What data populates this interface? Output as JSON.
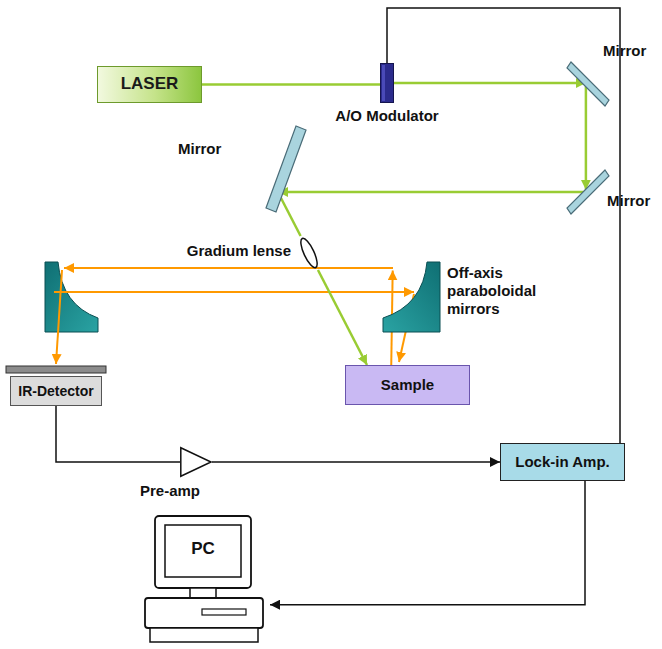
{
  "diagram": {
    "nodes": [
      {
        "text": [
          "LASER"
        ]
      },
      {
        "text": [
          "A/O Modulator"
        ]
      },
      {
        "text": [
          "Mirror"
        ]
      },
      {
        "text": [
          "Mirror"
        ]
      },
      {
        "text": [
          "Mirror"
        ]
      },
      {
        "text": [
          "Gradium lense"
        ]
      },
      {
        "text": [
          "Off-axis paraboloidal mirrors"
        ]
      },
      {
        "text": [
          "Sample"
        ]
      },
      {
        "text": [
          "IR-Detector"
        ]
      },
      {
        "text": [
          "Pre-amp"
        ]
      },
      {
        "text": [
          "Lock-in Amp."
        ]
      },
      {
        "text": [
          "PC"
        ]
      }
    ],
    "edges": [
      {
        "from": 0,
        "to": 1,
        "arrow": "none"
      },
      {
        "from": 1,
        "to": 2,
        "arrow": "to"
      },
      {
        "from": 2,
        "to": 3,
        "arrow": "to"
      },
      {
        "from": 3,
        "to": 4,
        "arrow": "to"
      },
      {
        "from": 4,
        "to": 5,
        "arrow": "none"
      },
      {
        "from": 5,
        "to": 7,
        "arrow": "to"
      },
      {
        "from": 7,
        "to": 6,
        "arrow": "to"
      },
      {
        "from": 8,
        "to": 9,
        "arrow": "none"
      },
      {
        "from": 9,
        "to": 10,
        "arrow": "to"
      },
      {
        "from": 10,
        "to": 1,
        "arrow": "none"
      },
      {
        "from": 10,
        "to": 11,
        "arrow": "to"
      }
    ]
  }
}
